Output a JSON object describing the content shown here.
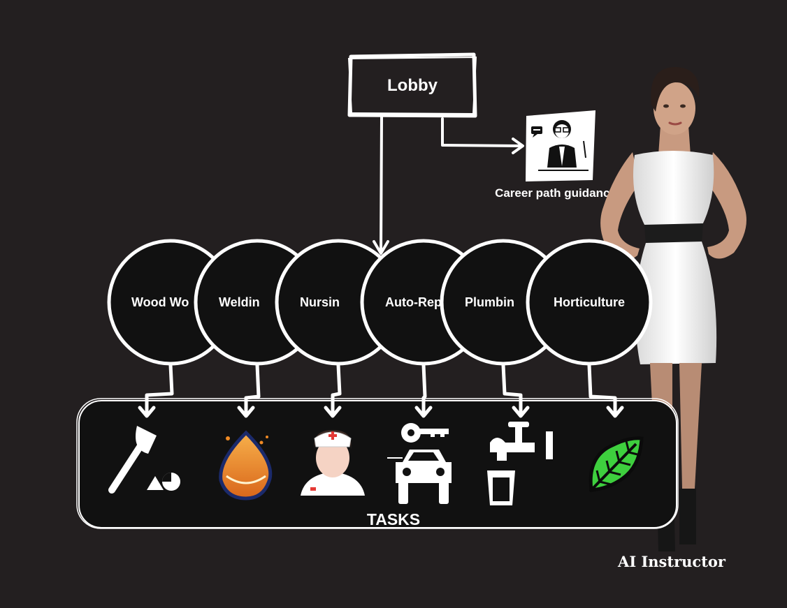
{
  "lobby": {
    "label": "Lobby"
  },
  "career": {
    "label": "Career path guidance",
    "icon": "career-advisor-icon"
  },
  "instructor": {
    "label": "AI Instructor",
    "icon": "ai-instructor-figure"
  },
  "tasks": {
    "label": "TASKS"
  },
  "tracks": [
    {
      "label": "Wood Wo",
      "icon": "axe-icon"
    },
    {
      "label": "Weldin",
      "icon": "flame-icon"
    },
    {
      "label": "Nursin",
      "icon": "nurse-icon"
    },
    {
      "label": "Auto-Rep",
      "icon": "car-key-icon"
    },
    {
      "label": "Plumbin",
      "icon": "faucet-icon"
    },
    {
      "label": "Horticulture",
      "icon": "leaf-icon"
    }
  ],
  "colors": {
    "background": "#231f20",
    "stroke": "#ffffff",
    "flame": "#f08a24",
    "leaf": "#3ecf3e",
    "nurse_red": "#e53935"
  }
}
